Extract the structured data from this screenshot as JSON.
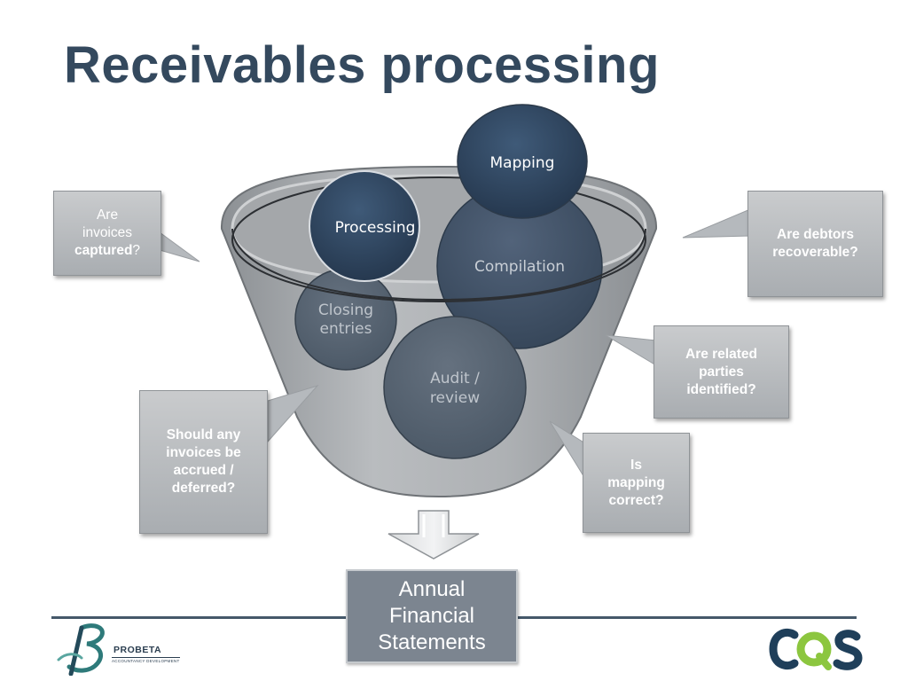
{
  "title": "Receivables processing",
  "circles": {
    "mapping": "Mapping",
    "processing": "Processing",
    "compilation": "Compilation",
    "closing_entries_1": "Closing",
    "closing_entries_2": "entries",
    "audit_review_1": "Audit /",
    "audit_review_2": "review"
  },
  "callouts": {
    "invoices_captured": {
      "line1": "Are",
      "line2": "invoices",
      "bold": "captured",
      "suffix": "?"
    },
    "debtors_recoverable": {
      "line1": "Are debtors",
      "line2": "recoverable?"
    },
    "related_parties": {
      "line1": "Are related",
      "line2": "parties",
      "line3": "identified?"
    },
    "accrued_deferred": {
      "line1": "Should any",
      "line2": "invoices be",
      "line3": "accrued /",
      "line4": "deferred?"
    },
    "mapping_correct": {
      "line1": "Is",
      "line2": "mapping",
      "line3": "correct?"
    }
  },
  "output_box": {
    "line1": "Annual",
    "line2": "Financial",
    "line3": "Statements"
  },
  "logos": {
    "left_name": "PROBETA",
    "left_sub": "ACCOUNTANCY DEVELOPMENT",
    "right_name": "CQS"
  },
  "colors": {
    "title": "#34495e",
    "circle_dark": "#2f4560",
    "funnel": "#9ea2a6",
    "callout": "#b5b9bd",
    "footer_line": "#45586a"
  }
}
